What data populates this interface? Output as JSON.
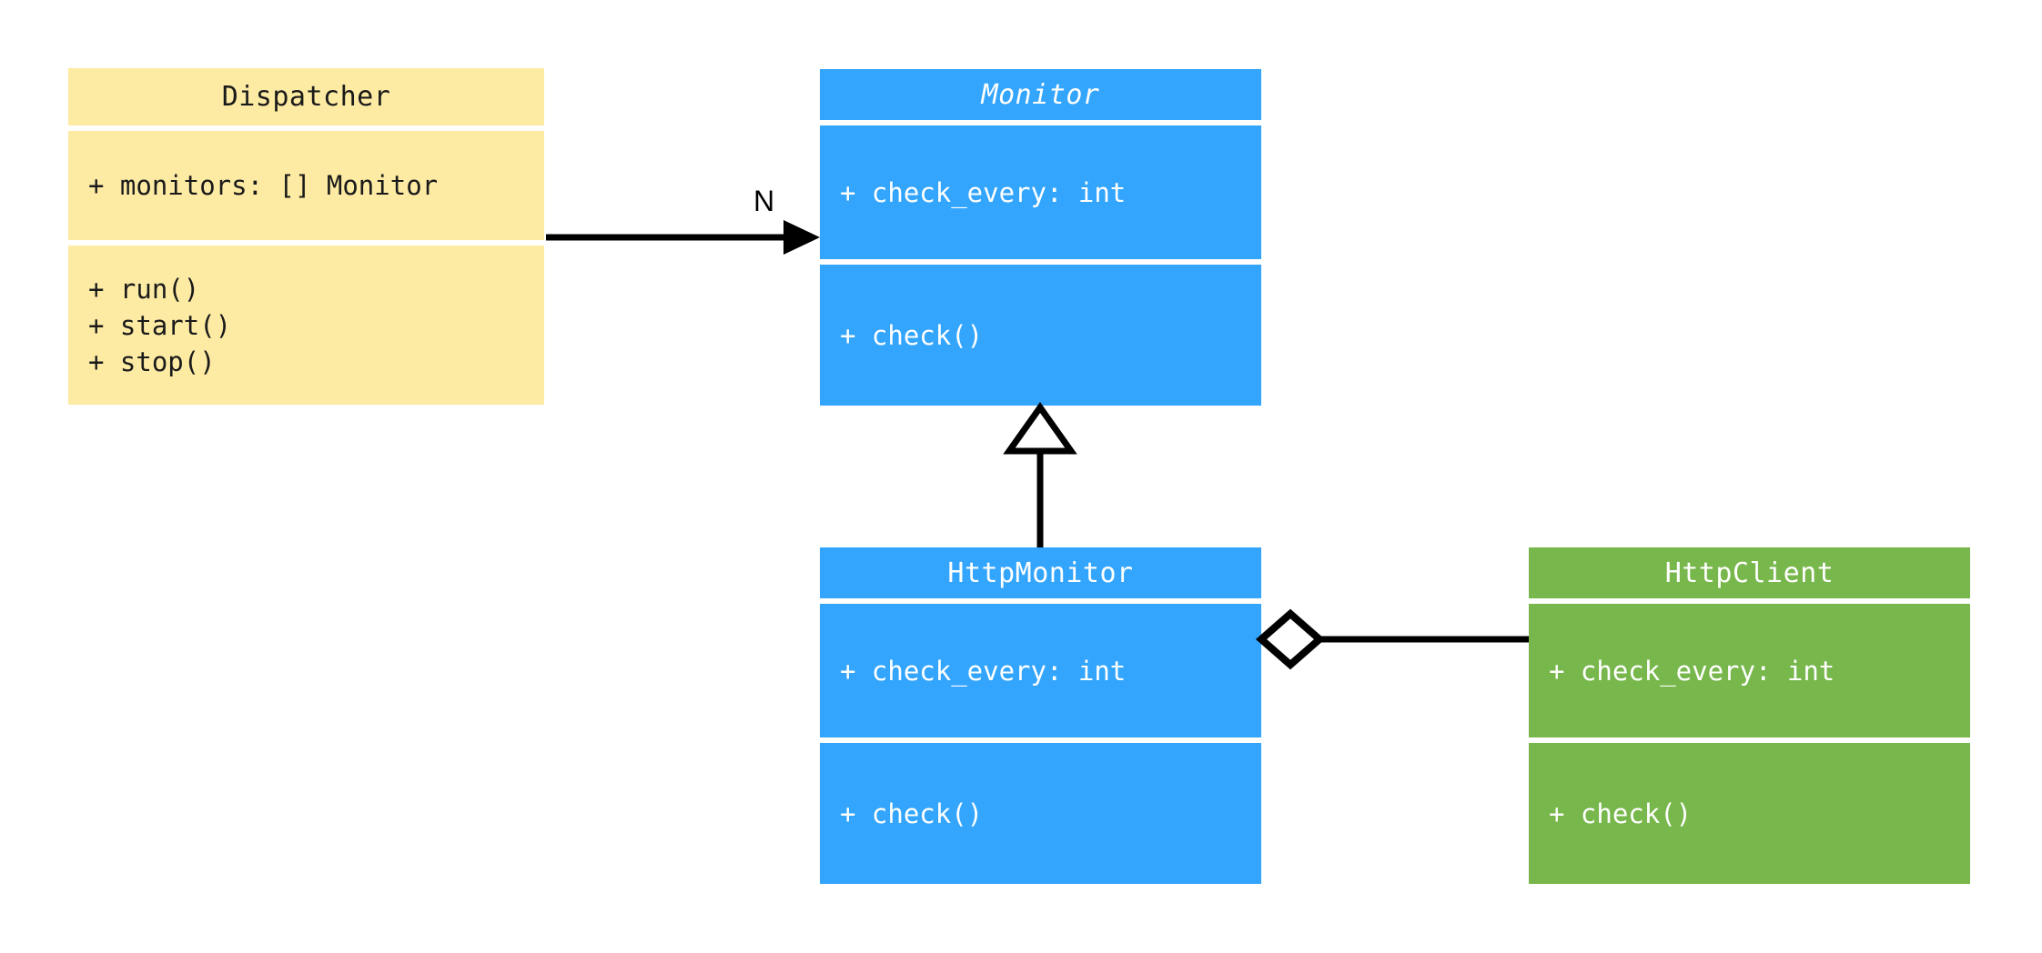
{
  "diagram": {
    "type": "uml-class-diagram",
    "background": "#ffffff",
    "classes": [
      {
        "id": "dispatcher",
        "name": "Dispatcher",
        "abstract": false,
        "fill": "#fdeba4",
        "text_color": "#1a1a1a",
        "attributes": [
          "+ monitors: [] Monitor"
        ],
        "methods": [
          "+ run()",
          "+ start()",
          "+ stop()"
        ]
      },
      {
        "id": "monitor",
        "name": "Monitor",
        "abstract": true,
        "fill": "#33a5fd",
        "text_color": "#ffffff",
        "attributes": [
          "+ check_every: int"
        ],
        "methods": [
          "+ check()"
        ]
      },
      {
        "id": "httpmonitor",
        "name": "HttpMonitor",
        "abstract": false,
        "fill": "#33a5fd",
        "text_color": "#ffffff",
        "attributes": [
          "+ check_every: int"
        ],
        "methods": [
          "+ check()"
        ]
      },
      {
        "id": "httpclient",
        "name": "HttpClient",
        "abstract": false,
        "fill": "#77b74b",
        "text_color": "#ffffff",
        "attributes": [
          "+ check_every: int"
        ],
        "methods": [
          "+ check()"
        ]
      }
    ],
    "relationships": [
      {
        "id": "dispatcher-to-monitor",
        "kind": "association",
        "from": "Dispatcher",
        "to": "Monitor",
        "label": "N",
        "head": "filled-arrow",
        "stroke": "#000000"
      },
      {
        "id": "httpmonitor-to-monitor",
        "kind": "generalization",
        "from": "HttpMonitor",
        "to": "Monitor",
        "label": "",
        "head": "hollow-triangle",
        "stroke": "#000000"
      },
      {
        "id": "httpmonitor-to-httpclient",
        "kind": "aggregation",
        "from": "HttpMonitor",
        "to": "HttpClient",
        "label": "",
        "head": "hollow-diamond",
        "stroke": "#000000"
      }
    ]
  }
}
